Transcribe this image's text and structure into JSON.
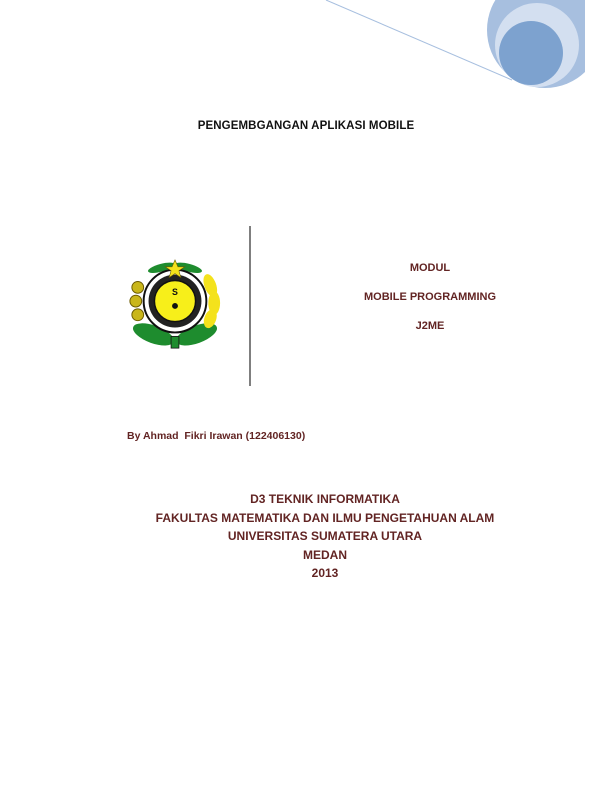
{
  "document": {
    "title": "PENGEMBGANGAN APLIKASI MOBILE",
    "logo": {
      "name": "university-emblem",
      "description": "Faculty emblem with yellow center S, star, green leaves, rice and cotton"
    },
    "module": {
      "line1": "MODUL",
      "line2": "MOBILE PROGRAMMING",
      "line3": "J2ME"
    },
    "author": "By Ahmad  Fikri Irawan (122406130)",
    "institution": {
      "program": "D3 TEKNIK INFORMATIKA",
      "faculty": "FAKULTAS MATEMATIKA DAN ILMU PENGETAHUAN ALAM",
      "university": "UNIVERSITAS SUMATERA UTARA",
      "city": "MEDAN",
      "year": "2013"
    }
  },
  "colors": {
    "accent_text": "#622423",
    "title_text": "#111111",
    "circle_outer": "#a7bfdf",
    "circle_middle": "#d3dff0",
    "circle_inner": "#7da2cf",
    "line": "#a7bfdf",
    "divider": "#7f7f7f"
  }
}
